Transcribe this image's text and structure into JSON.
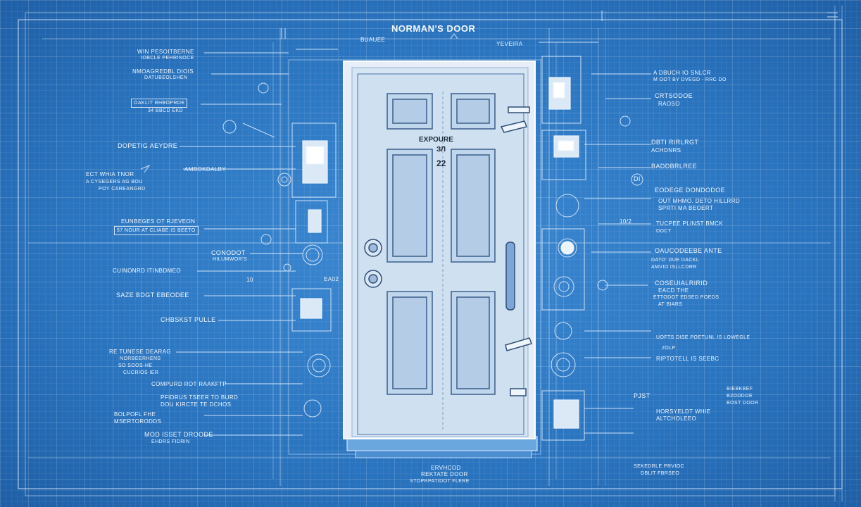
{
  "title": "NORMAN'S DOOR",
  "door": {
    "label1": "EXPOURE",
    "label2": "ЗЛ",
    "label3": "22"
  },
  "top_labels": [
    "BUAUEE",
    "YEVEIRA"
  ],
  "left_labels": [
    "WIN PESOITBERNE",
    "IOBCLE PEHRINOCE",
    "NMOAGREDBL DIOIS",
    "DATUBEOLSHEN",
    "OAKLIT RHBOPRDE",
    "34 BBCD EKD",
    "DOPETIG AEYDRE",
    "AMBOKDALBY",
    "ECT WHIA TNOR",
    "A CYSEGERS AG BOU",
    "POY CAREANGRD",
    "EUNBEGES OT RJEVEON",
    "57 NOUR AT CLIABE IS BEETO",
    "CONODOT",
    "HILUMWOR'S",
    "CUINONRD ITINBDMEO",
    "SAZE BDGT EBEODEE",
    "CHBSKST PULLE",
    "RE TUNESE DEARAG",
    "NORBEERHENS",
    "SO SOOS-HE",
    "CUCRIOS IER",
    "COMPURD ROT RAAKFTP",
    "PFIDRUS TSEER TO BURD",
    "DOU KIRCTE TE DCHOS",
    "BOLPOFL FHE",
    "MSERTORODDS",
    "MOD ISSET DROODE",
    "EHDRS FIDRIN"
  ],
  "right_labels": [
    "A DBUCH IO SNLCR",
    "M OOT BY DVEGD - RRC DO",
    "CRTSODOE",
    "RAOSO",
    "DBTI RIRLRGT",
    "ACHDNRS",
    "BADDBRLREE",
    "DI",
    "EODEGE DONDODOE",
    "OUT MHMO. DETO HILLRRD",
    "SPRTI MA BEOERT",
    "TUCPEE PLINST BMCK",
    "DOCT",
    "OAUCODEEBE ANTE",
    "DATO' DUE DACKL",
    "AMVIO ISLLCDRR",
    "COSEUIALRIRID",
    "EACD THE",
    "ETTODOT EDSED POEDS",
    "AT BIARS",
    "UOFTS DISE POETUNL IS LOWEGLE",
    "2OLP",
    "RIPTOTELL IS SEEBC",
    "PJST",
    "BIEBKBEF",
    "B2ODDOE",
    "BOST DOOR",
    "HORSYELDT WHIE",
    "ALTCHOLEEO",
    "SEKEDRLE PRVIOC",
    "DBLIT FBRSEO"
  ],
  "scale_labels": [
    "10",
    "10/2",
    "EA02"
  ],
  "bottom_labels": [
    "ERVHCOD",
    "REKTATE DOOR",
    "STOPRPATIDOT FLERE"
  ]
}
